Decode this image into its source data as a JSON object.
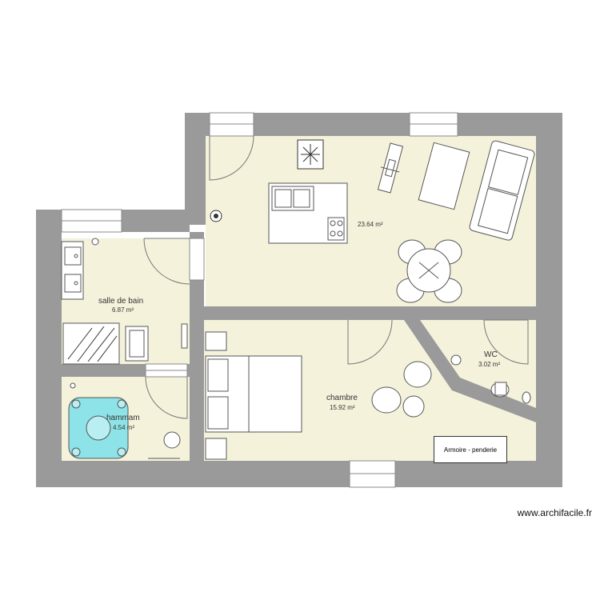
{
  "rooms": {
    "sejour": {
      "area": "23.64 m²"
    },
    "salle_de_bain": {
      "name": "salle de bain",
      "area": "6.87 m²"
    },
    "hammam": {
      "name": "hammam",
      "area": "4.54 m²"
    },
    "chambre": {
      "name": "chambre",
      "area": "15.92 m²"
    },
    "wc": {
      "name": "WC",
      "area": "3.02 m²"
    }
  },
  "furniture": {
    "wardrobe_label": "Armoire - penderie"
  },
  "watermark": "www.archifacile.fr",
  "colors": {
    "wall": "#9a9a9a",
    "floor": "#f5f2dc",
    "hammam_water": "#8ee3e8",
    "line": "#555555"
  }
}
